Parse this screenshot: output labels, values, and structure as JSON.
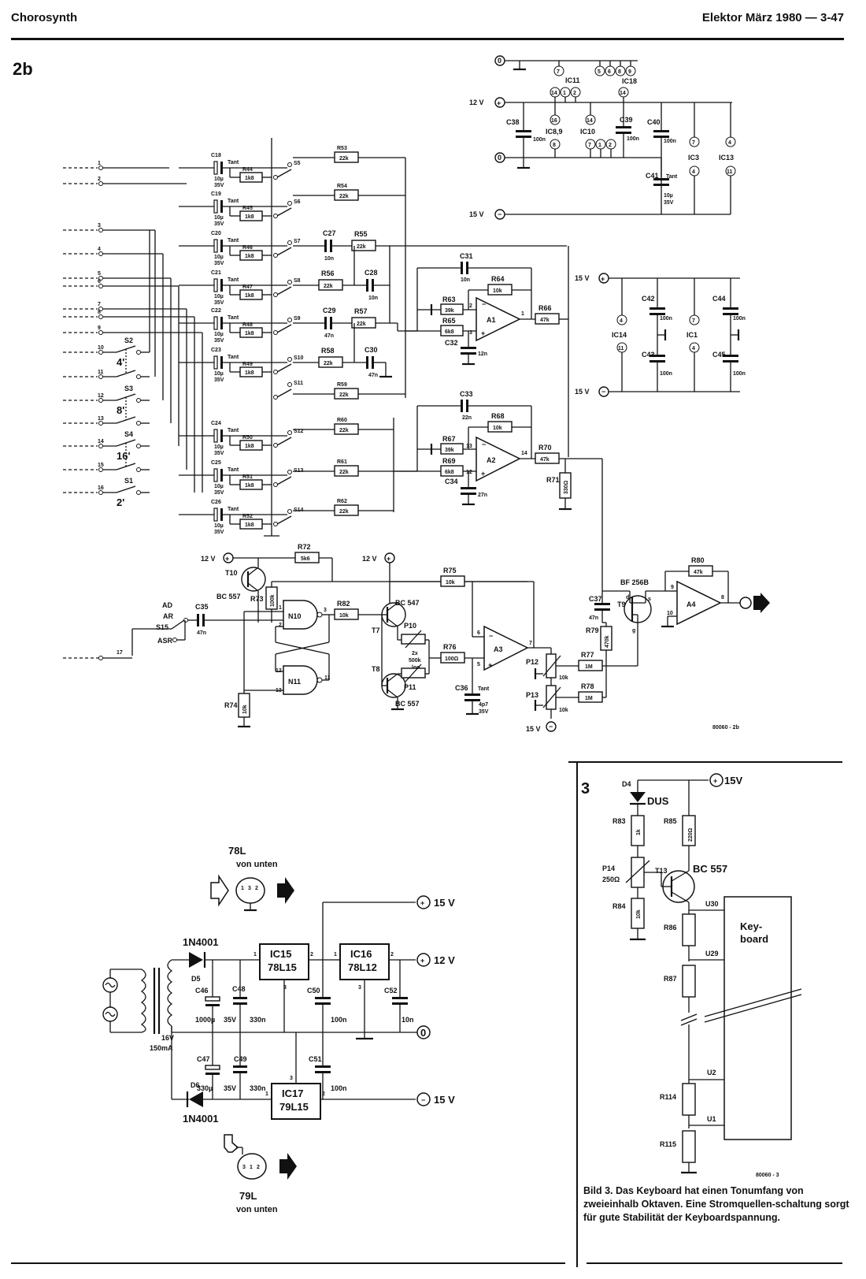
{
  "header": {
    "left": "Chorosynth",
    "right": "Elektor März 1980 — 3-47"
  },
  "fig2b": {
    "figure_label": "2b",
    "drawing_code": "80060 - 2b",
    "inputs": [
      "1",
      "2",
      "3",
      "4",
      "5",
      "6",
      "7",
      "8",
      "9",
      "10",
      "11",
      "12",
      "13",
      "14",
      "15",
      "16",
      "17"
    ],
    "switch_feet": [
      "4'",
      "8'",
      "16'",
      "2'"
    ],
    "switches": [
      "S2",
      "S3",
      "S4",
      "S1",
      "S5",
      "S6",
      "S7",
      "S8",
      "S9",
      "S10",
      "S11",
      "S12",
      "S13",
      "S14",
      "S15"
    ],
    "caps_tant": [
      {
        "name": "C18",
        "val1": "10µ",
        "val2": "35V"
      },
      {
        "name": "C19",
        "val1": "10µ",
        "val2": "35V"
      },
      {
        "name": "C20",
        "val1": "10µ",
        "val2": "35V"
      },
      {
        "name": "C21",
        "val1": "10µ",
        "val2": "35V"
      },
      {
        "name": "C22",
        "val1": "10µ",
        "val2": "35V"
      },
      {
        "name": "C23",
        "val1": "10µ",
        "val2": "35V"
      },
      {
        "name": "C24",
        "val1": "10µ",
        "val2": "35V"
      },
      {
        "name": "C25",
        "val1": "10µ",
        "val2": "35V"
      },
      {
        "name": "C26",
        "val1": "10µ",
        "val2": "35V"
      }
    ],
    "tant_label": "Tant",
    "res_1k8": [
      {
        "name": "R44",
        "val": "1k8"
      },
      {
        "name": "R45",
        "val": "1k8"
      },
      {
        "name": "R46",
        "val": "1k8"
      },
      {
        "name": "R47",
        "val": "1k8"
      },
      {
        "name": "R48",
        "val": "1k8"
      },
      {
        "name": "R49",
        "val": "1k8"
      },
      {
        "name": "R50",
        "val": "1k8"
      },
      {
        "name": "R51",
        "val": "1k8"
      },
      {
        "name": "R52",
        "val": "1k8"
      }
    ],
    "res_22k": [
      {
        "name": "R53",
        "val": "22k"
      },
      {
        "name": "R54",
        "val": "22k"
      },
      {
        "name": "R55",
        "val": "22k"
      },
      {
        "name": "R56",
        "val": "22k"
      },
      {
        "name": "R57",
        "val": "22k"
      },
      {
        "name": "R58",
        "val": "22k"
      },
      {
        "name": "R59",
        "val": "22k"
      },
      {
        "name": "R60",
        "val": "22k"
      },
      {
        "name": "R61",
        "val": "22k"
      },
      {
        "name": "R62",
        "val": "22k"
      }
    ],
    "filter_caps": [
      {
        "name": "C27",
        "val": "10n"
      },
      {
        "name": "C28",
        "val": "10n"
      },
      {
        "name": "C29",
        "val": "47n"
      },
      {
        "name": "C30",
        "val": "47n"
      }
    ],
    "supply": {
      "zero": "0",
      "plus12": "12 V",
      "minus15": "15 V",
      "plus15": "15 V",
      "minus15b": "15 V",
      "ic11": "IC11",
      "ic18": "IC18",
      "ic89": "IC8,9",
      "ic10": "IC10",
      "ic3": "IC3",
      "ic13": "IC13",
      "ic14": "IC14",
      "ic1": "IC1",
      "c38": "C38",
      "c38v": "100n",
      "c39": "C39",
      "c39v": "100n",
      "c40": "C40",
      "c40v": "100n",
      "c41": "C41",
      "c41v": "10µ",
      "c41v2": "35V",
      "c42": "C42",
      "c42v": "100n",
      "c43": "C43",
      "c43v": "100n",
      "c44": "C44",
      "c44v": "100n",
      "c45": "C45",
      "c45v": "100n",
      "pins_top": [
        "7",
        "5",
        "6",
        "8",
        "9"
      ],
      "pins_ic11": [
        "14",
        "1",
        "2"
      ],
      "pin_ic18": "14",
      "pin_16": "16",
      "pin_8": "8",
      "pin_14": "14",
      "pins_ic10": [
        "7",
        "1",
        "2"
      ],
      "pin_7a": "7",
      "pin_4a": "4",
      "pin_4b": "4",
      "pin_11a": "11",
      "pin_4c": "4",
      "pin_11b": "11",
      "pin_7b": "7",
      "pin_4d": "4"
    },
    "amp1": {
      "op": "A1",
      "c31": "C31",
      "c31v": "10n",
      "r64": "R64",
      "r64v": "10k",
      "r63": "R63",
      "r63v": "39k",
      "r65": "R65",
      "r65v": "6k8",
      "c32": "C32",
      "c32v": "12n",
      "r66": "R66",
      "r66v": "47k",
      "pin2": "2",
      "pin3": "3",
      "pin1": "1"
    },
    "amp2": {
      "op": "A2",
      "c33": "C33",
      "c33v": "22n",
      "r68": "R68",
      "r68v": "10k",
      "r67": "R67",
      "r67v": "39k",
      "r69": "R69",
      "r69v": "6k8",
      "c34": "C34",
      "c34v": "27n",
      "r70": "R70",
      "r70v": "47k",
      "r71": "R71",
      "r71v": "330Ω",
      "pin13": "13",
      "pin12": "12",
      "pin14": "14"
    },
    "lfo": {
      "v12a": "12 V",
      "v12b": "12 V",
      "t10": "T10",
      "t10type": "BC 557",
      "r72": "R72",
      "r72v": "5k6",
      "r73": "R73",
      "r73v": "100k",
      "r74": "R74",
      "r74v": "10k",
      "ad": "AD",
      "ar": "AR",
      "asr": "ASR",
      "c35": "C35",
      "c35v": "47n",
      "n10": "N10",
      "n11": "N11",
      "r82": "R82",
      "r82v": "10k",
      "t7": "T7",
      "t7type": "BC 547",
      "t8": "T8",
      "t8type": "BC 557",
      "p10": "P10",
      "p10v1": "2x",
      "p10v2": "500k",
      "p10v3": "log",
      "p11": "P11",
      "r75": "R75",
      "r75v": "10k",
      "r76": "R76",
      "r76v": "100Ω",
      "a3": "A3",
      "c36": "C36",
      "c36t": "Tant",
      "c36v1": "4p7",
      "c36v2": "35V",
      "pin1": "1",
      "pin2": "2",
      "pin3": "3",
      "pin12": "12",
      "pin13": "13",
      "pin11": "11",
      "pin6": "6",
      "pin5": "5",
      "pin7": "7"
    },
    "vca": {
      "p12": "P12",
      "p12v": "10k",
      "p13": "P13",
      "p13v": "10k",
      "r77": "R77",
      "r77v": "1M",
      "r78": "R78",
      "r78v": "1M",
      "c37": "C37",
      "c37v": "47n",
      "r79": "R79",
      "r79v": "470k",
      "t9": "T9",
      "t9type": "BF 256B",
      "d": "d",
      "s": "s",
      "g": "g",
      "r80": "R80",
      "r80v": "47k",
      "a4": "A4",
      "pin9": "9",
      "pin10": "10",
      "pin8": "8",
      "vminus": "15 V"
    }
  },
  "fig3": {
    "figure_label": "3",
    "d4": "D4",
    "dus": "DUS",
    "supply": "15V",
    "r83": "R83",
    "r83v": "1k",
    "r85": "R85",
    "r85v": "220Ω",
    "p14": "P14",
    "p14v": "250Ω",
    "t13": "T13",
    "t13type": "BC 557",
    "r84": "R84",
    "r84v": "10k",
    "r86": "R86",
    "r87": "R87",
    "r114": "R114",
    "r115": "R115",
    "u30": "U30",
    "u29": "U29",
    "u2": "U2",
    "u1": "U1",
    "keyboard": "Key-",
    "keyboard2": "board",
    "drawing_code": "80060 - 3",
    "caption": "Bild 3. Das Keyboard hat einen Tonumfang von zweieinhalb Oktaven. Eine Stromquellen-schaltung sorgt für gute Stabilität der Keyboardspannung."
  },
  "psu": {
    "title78": "78L",
    "sub78": "von unten",
    "title79": "79L",
    "sub79": "von unten",
    "d5": "D5",
    "d5type": "1N4001",
    "d6": "D6",
    "d6type": "1N4001",
    "trafo_v": "16V",
    "trafo_i": "150mA",
    "c46": "C46",
    "c46v": "1000µ",
    "c46v2": "35V",
    "c47": "C47",
    "c47v": "330µ",
    "c47v2": "35V",
    "c48": "C48",
    "c48v": "330n",
    "c49": "C49",
    "c49v": "330n",
    "c50": "C50",
    "c50v": "100n",
    "c51": "C51",
    "c51v": "100n",
    "c52": "C52",
    "c52v": "10n",
    "ic15": "IC15",
    "ic15t": "78L15",
    "ic16": "IC16",
    "ic16t": "78L12",
    "ic17": "IC17",
    "ic17t": "79L15",
    "out15": "15 V",
    "out12": "12 V",
    "out0": "0",
    "outm15": "15 V",
    "pins78": [
      "1",
      "3",
      "2"
    ],
    "pins79": [
      "3",
      "1",
      "2"
    ]
  },
  "colors": {
    "ink": "#111111",
    "paper": "#ffffff"
  }
}
